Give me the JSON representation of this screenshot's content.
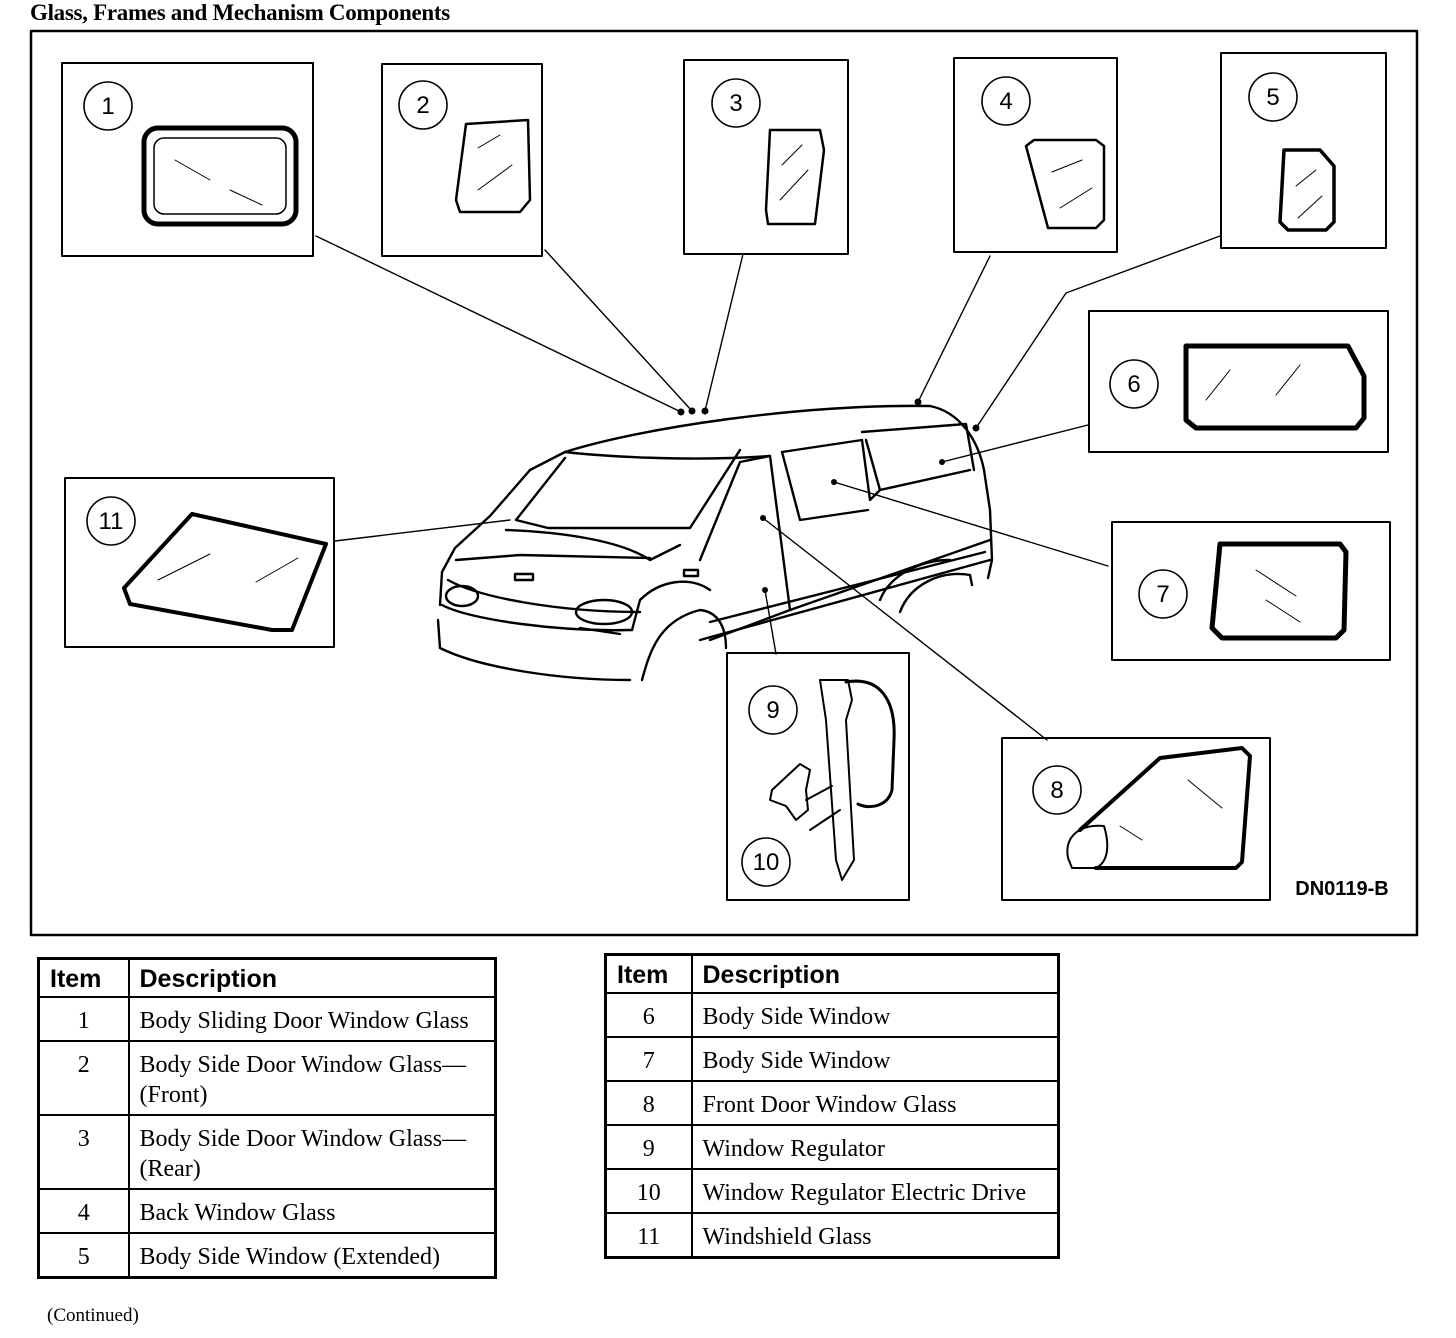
{
  "title": "Glass, Frames and Mechanism Components",
  "diagram": {
    "code": "DN0119-B",
    "callouts": [
      "1",
      "2",
      "3",
      "4",
      "5",
      "6",
      "7",
      "8",
      "9",
      "10",
      "11"
    ]
  },
  "tables": [
    {
      "headers": {
        "item": "Item",
        "description": "Description"
      },
      "rows": [
        {
          "item": "1",
          "description": "Body Sliding Door Window Glass"
        },
        {
          "item": "2",
          "description": "Body Side Door Window Glass— (Front)"
        },
        {
          "item": "3",
          "description": "Body Side Door Window Glass— (Rear)"
        },
        {
          "item": "4",
          "description": "Back Window Glass"
        },
        {
          "item": "5",
          "description": "Body Side Window (Extended)"
        }
      ]
    },
    {
      "headers": {
        "item": "Item",
        "description": "Description"
      },
      "rows": [
        {
          "item": "6",
          "description": "Body Side Window"
        },
        {
          "item": "7",
          "description": "Body Side Window"
        },
        {
          "item": "8",
          "description": "Front Door Window Glass"
        },
        {
          "item": "9",
          "description": "Window Regulator"
        },
        {
          "item": "10",
          "description": "Window Regulator Electric Drive"
        },
        {
          "item": "11",
          "description": "Windshield Glass"
        }
      ]
    }
  ],
  "footer": {
    "continued": "(Continued)"
  }
}
